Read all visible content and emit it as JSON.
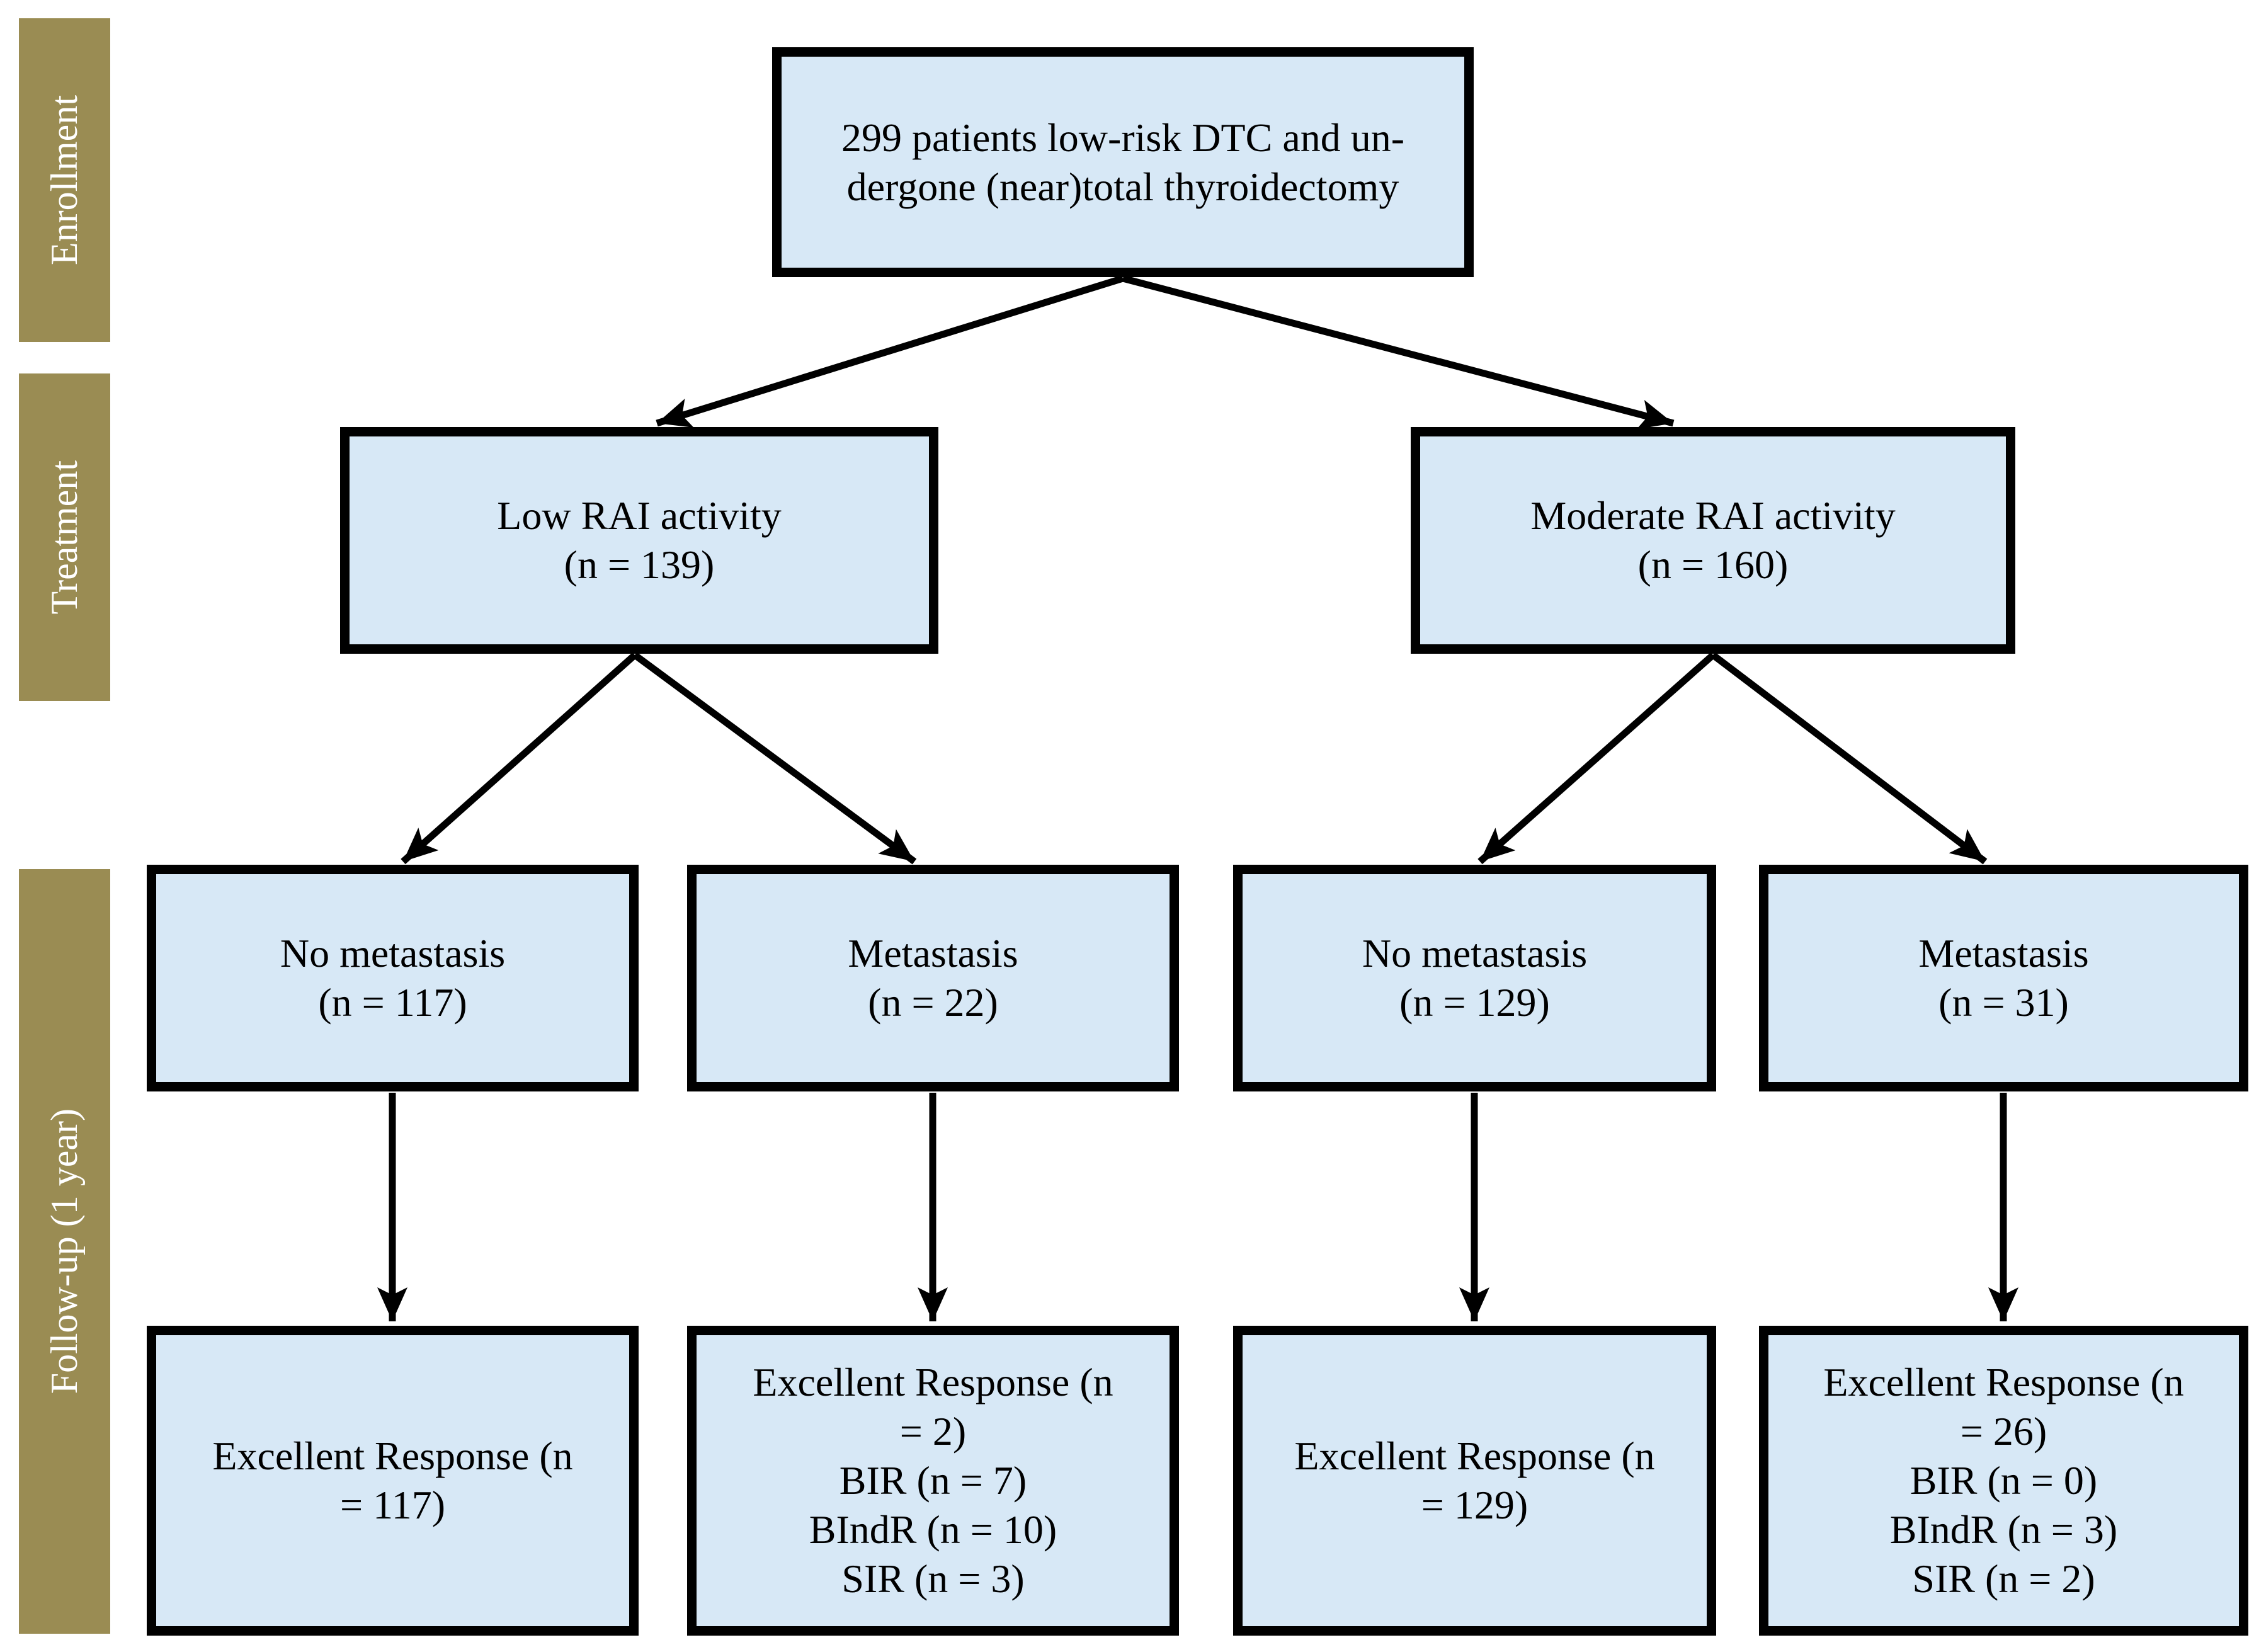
{
  "diagram": {
    "stages": [
      {
        "id": "enrollment",
        "label": "Enrollment"
      },
      {
        "id": "treatment",
        "label": "Treatment"
      },
      {
        "id": "followup",
        "label": "Follow-up (1 year)"
      }
    ],
    "boxes": {
      "enrollment": {
        "text": "299 patients low-risk DTC and un-\ndergone (near)total thyroidectomy"
      },
      "low": {
        "text": "Low RAI activity\n(n = 139)"
      },
      "moderate": {
        "text": "Moderate RAI activity\n(n = 160)"
      },
      "nm117": {
        "text": "No metastasis\n(n = 117)"
      },
      "m22": {
        "text": "Metastasis\n(n = 22)"
      },
      "nm129": {
        "text": "No metastasis\n(n = 129)"
      },
      "m31": {
        "text": "Metastasis\n(n = 31)"
      },
      "er117": {
        "text": "Excellent Response (n\n= 117)"
      },
      "er2": {
        "text": "Excellent Response (n\n= 2)\nBIR (n = 7)\nBIndR (n = 10)\nSIR (n = 3)"
      },
      "er129": {
        "text": "Excellent Response (n\n= 129)"
      },
      "er26": {
        "text": "Excellent Response (n\n= 26)\nBIR (n = 0)\nBIndR (n = 3)\nSIR (n = 2)"
      }
    },
    "edges": [
      {
        "from": "enrollment",
        "to": "low"
      },
      {
        "from": "enrollment",
        "to": "moderate"
      },
      {
        "from": "low",
        "to": "nm117"
      },
      {
        "from": "low",
        "to": "m22"
      },
      {
        "from": "moderate",
        "to": "nm129"
      },
      {
        "from": "moderate",
        "to": "m31"
      },
      {
        "from": "nm117",
        "to": "er117"
      },
      {
        "from": "m22",
        "to": "er2"
      },
      {
        "from": "nm129",
        "to": "er129"
      },
      {
        "from": "m31",
        "to": "er26"
      }
    ],
    "colors": {
      "stage_fill": "#9A8C53",
      "stage_text": "#FFFFFF",
      "box_fill": "#D7E8F6",
      "box_border": "#000000",
      "arrow": "#000000",
      "background": "#FFFFFF"
    }
  }
}
